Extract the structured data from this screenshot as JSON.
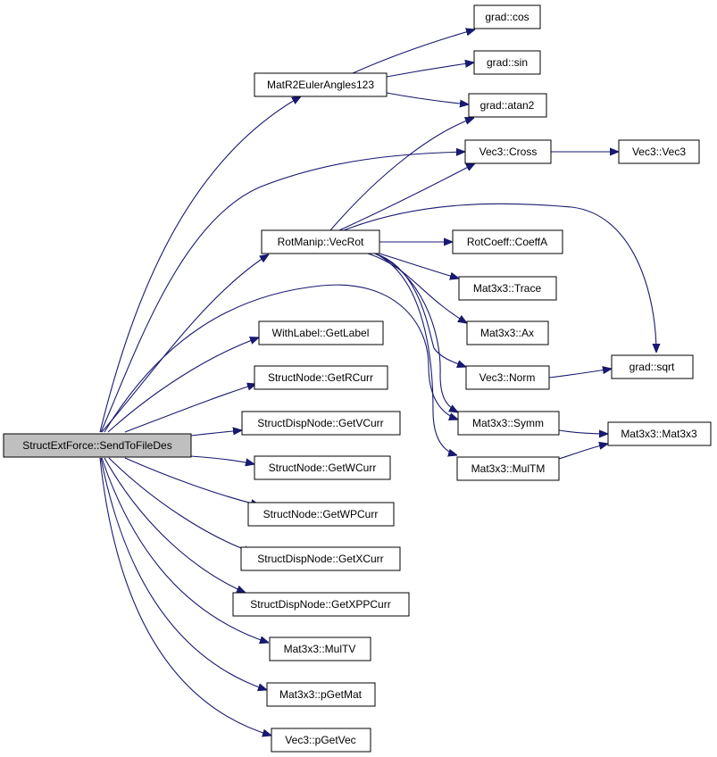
{
  "graph": {
    "root": "StructExtForce::SendToFileDes",
    "nodes": {
      "root": "StructExtForce::SendToFileDes",
      "matr2euler": "MatR2EulerAngles123",
      "grad_cos": "grad::cos",
      "grad_sin": "grad::sin",
      "grad_atan2": "grad::atan2",
      "vec3_cross": "Vec3::Cross",
      "vec3_vec3": "Vec3::Vec3",
      "vecrot": "RotManip::VecRot",
      "coeffa": "RotCoeff::CoeffA",
      "trace": "Mat3x3::Trace",
      "ax": "Mat3x3::Ax",
      "norm": "Vec3::Norm",
      "sqrt": "grad::sqrt",
      "symm": "Mat3x3::Symm",
      "mat3x3": "Mat3x3::Mat3x3",
      "multm": "Mat3x3::MulTM",
      "getlabel": "WithLabel::GetLabel",
      "getrcurr": "StructNode::GetRCurr",
      "getvcurr": "StructDispNode::GetVCurr",
      "getwcurr": "StructNode::GetWCurr",
      "getwpcurr": "StructNode::GetWPCurr",
      "getxcurr": "StructDispNode::GetXCurr",
      "getxppcurr": "StructDispNode::GetXPPCurr",
      "multv": "Mat3x3::MulTV",
      "pgetmat": "Mat3x3::pGetMat",
      "pgetvec": "Vec3::pGetVec"
    },
    "edges": [
      [
        "root",
        "matr2euler"
      ],
      [
        "root",
        "vec3_cross"
      ],
      [
        "root",
        "vecrot"
      ],
      [
        "root",
        "symm"
      ],
      [
        "root",
        "getlabel"
      ],
      [
        "root",
        "getrcurr"
      ],
      [
        "root",
        "getvcurr"
      ],
      [
        "root",
        "getwcurr"
      ],
      [
        "root",
        "getwpcurr"
      ],
      [
        "root",
        "getxcurr"
      ],
      [
        "root",
        "getxppcurr"
      ],
      [
        "root",
        "multv"
      ],
      [
        "root",
        "pgetmat"
      ],
      [
        "root",
        "pgetvec"
      ],
      [
        "matr2euler",
        "grad_cos"
      ],
      [
        "matr2euler",
        "grad_sin"
      ],
      [
        "matr2euler",
        "grad_atan2"
      ],
      [
        "vec3_cross",
        "vec3_vec3"
      ],
      [
        "vecrot",
        "grad_atan2"
      ],
      [
        "vecrot",
        "vec3_cross"
      ],
      [
        "vecrot",
        "sqrt"
      ],
      [
        "vecrot",
        "coeffa"
      ],
      [
        "vecrot",
        "trace"
      ],
      [
        "vecrot",
        "ax"
      ],
      [
        "vecrot",
        "norm"
      ],
      [
        "vecrot",
        "symm"
      ],
      [
        "vecrot",
        "multm"
      ],
      [
        "norm",
        "sqrt"
      ],
      [
        "symm",
        "mat3x3"
      ],
      [
        "multm",
        "mat3x3"
      ]
    ]
  }
}
